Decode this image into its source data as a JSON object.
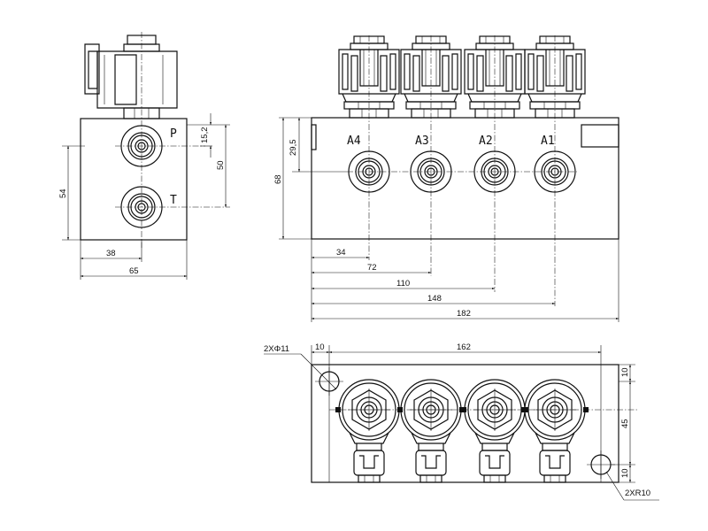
{
  "side_view": {
    "ports": {
      "P": "P",
      "T": "T"
    },
    "dims": {
      "d15_2": "15,2",
      "d50": "50",
      "d54": "54",
      "d38": "38",
      "d65": "65"
    }
  },
  "front_view": {
    "ports": {
      "A4": "A4",
      "A3": "A3",
      "A2": "A2",
      "A1": "A1"
    },
    "dims": {
      "d29_5": "29,5",
      "d68": "68",
      "d34": "34",
      "d72": "72",
      "d110": "110",
      "d148": "148",
      "d182": "182"
    }
  },
  "top_view": {
    "dims": {
      "hole_dia": "2XΦ11",
      "d10_left": "10",
      "d162": "162",
      "d10_top": "10",
      "d45": "45",
      "d10_bottom": "10",
      "radius": "2XR10"
    }
  }
}
